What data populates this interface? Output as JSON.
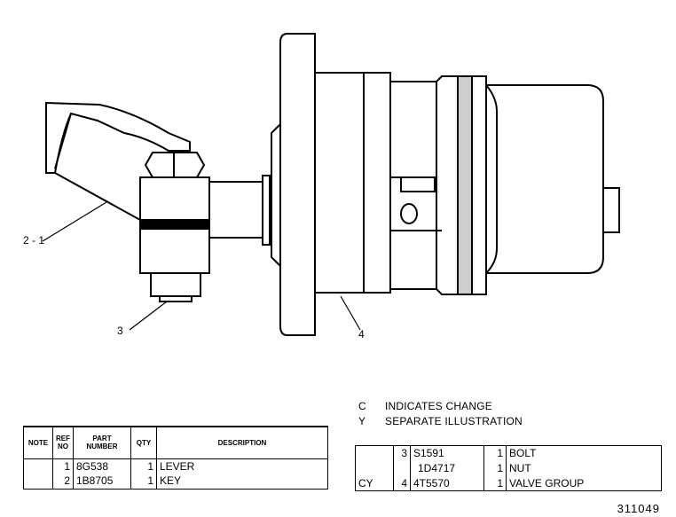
{
  "callouts": [
    "2 - 1",
    "3",
    "4"
  ],
  "legend": [
    {
      "code": "C",
      "text": "INDICATES CHANGE"
    },
    {
      "code": "Y",
      "text": "SEPARATE ILLUSTRATION"
    }
  ],
  "left_table": {
    "headers": [
      "NOTE",
      "REF NO",
      "PART NUMBER",
      "QTY",
      "DESCRIPTION"
    ],
    "rows": [
      {
        "note": "",
        "ref": "1",
        "part": "8G538",
        "qty": "1",
        "desc": "LEVER"
      },
      {
        "note": "",
        "ref": "2",
        "part": "1B8705",
        "qty": "1",
        "desc": "KEY"
      }
    ]
  },
  "right_table": {
    "rows": [
      {
        "note": "",
        "ref": "3",
        "part": "S1591",
        "qty": "1",
        "desc": "BOLT"
      },
      {
        "note": "",
        "ref": "",
        "part": "1D4717",
        "qty": "1",
        "desc": "NUT"
      },
      {
        "note": "CY",
        "ref": "4",
        "part": "4T5570",
        "qty": "1",
        "desc": "VALVE GROUP"
      }
    ]
  },
  "illustration_number": "311049"
}
